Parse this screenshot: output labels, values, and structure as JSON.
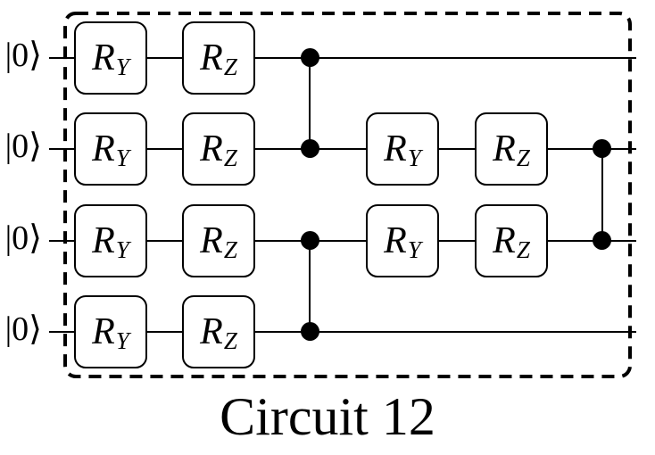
{
  "figure": {
    "caption": "Circuit 12",
    "qubits": [
      {
        "ket": "|0⟩"
      },
      {
        "ket": "|0⟩"
      },
      {
        "ket": "|0⟩"
      },
      {
        "ket": "|0⟩"
      }
    ],
    "gates": [
      {
        "qubit": 0,
        "column": 1,
        "name": "R",
        "sub": "Y"
      },
      {
        "qubit": 0,
        "column": 2,
        "name": "R",
        "sub": "Z"
      },
      {
        "qubit": 1,
        "column": 1,
        "name": "R",
        "sub": "Y"
      },
      {
        "qubit": 1,
        "column": 2,
        "name": "R",
        "sub": "Z"
      },
      {
        "qubit": 2,
        "column": 1,
        "name": "R",
        "sub": "Y"
      },
      {
        "qubit": 2,
        "column": 2,
        "name": "R",
        "sub": "Z"
      },
      {
        "qubit": 3,
        "column": 1,
        "name": "R",
        "sub": "Y"
      },
      {
        "qubit": 3,
        "column": 2,
        "name": "R",
        "sub": "Z"
      },
      {
        "qubit": 1,
        "column": 4,
        "name": "R",
        "sub": "Y"
      },
      {
        "qubit": 1,
        "column": 5,
        "name": "R",
        "sub": "Z"
      },
      {
        "qubit": 2,
        "column": 4,
        "name": "R",
        "sub": "Y"
      },
      {
        "qubit": 2,
        "column": 5,
        "name": "R",
        "sub": "Z"
      }
    ],
    "two_qubit_gates": [
      {
        "type": "CZ",
        "between_qubits": [
          0,
          1
        ],
        "column": 3
      },
      {
        "type": "CZ",
        "between_qubits": [
          2,
          3
        ],
        "column": 3
      },
      {
        "type": "CZ",
        "between_qubits": [
          1,
          2
        ],
        "column": 6
      }
    ],
    "colors": {
      "ink": "#000000",
      "background": "#ffffff"
    }
  }
}
